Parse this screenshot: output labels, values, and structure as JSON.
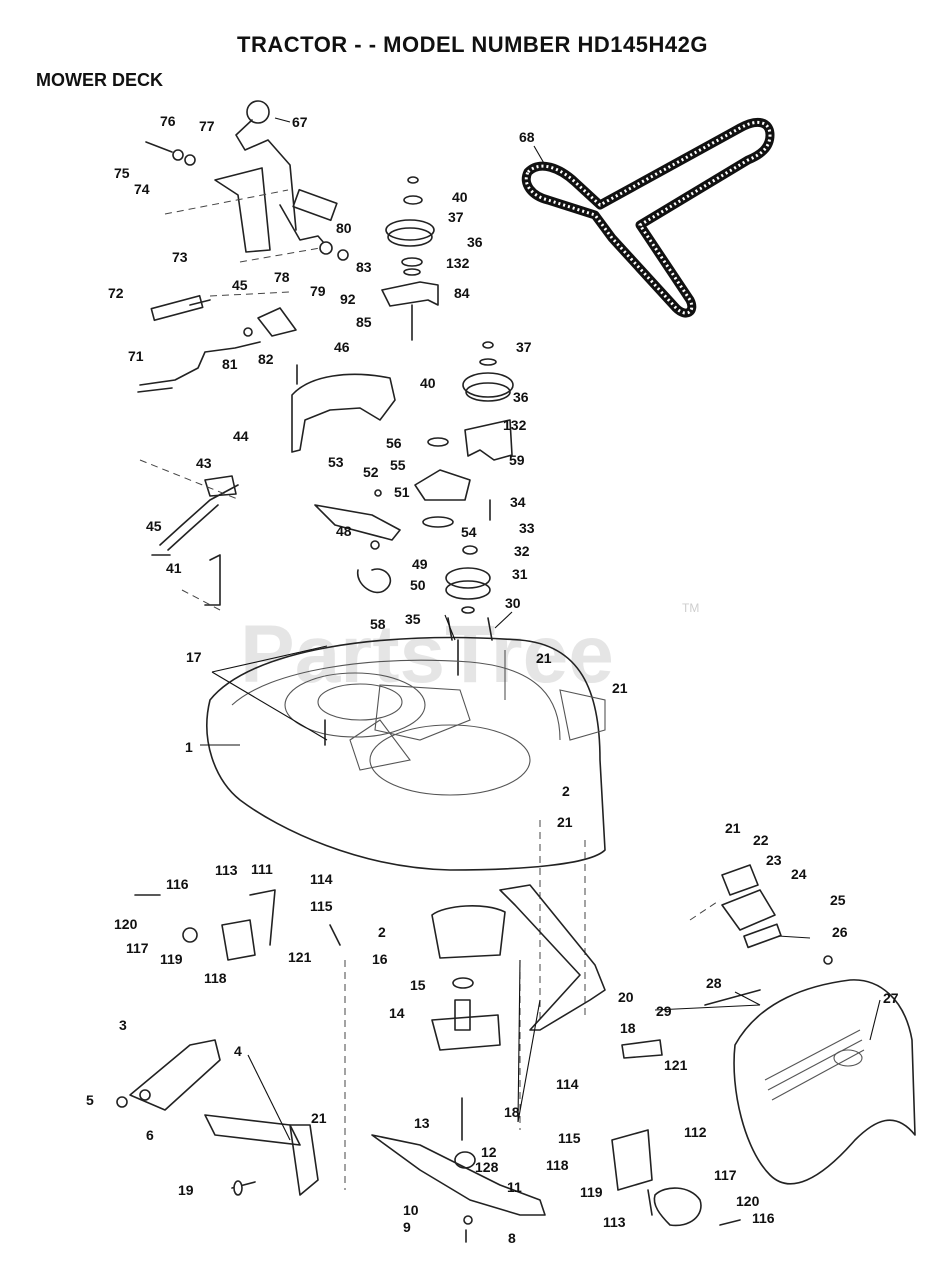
{
  "page": {
    "title": "TRACTOR - - MODEL NUMBER HD145H42G",
    "subtitle": "MOWER DECK"
  },
  "watermark": {
    "text": "PartsTree",
    "trademark": "TM"
  },
  "callouts": [
    "76",
    "77",
    "67",
    "75",
    "74",
    "73",
    "78",
    "80",
    "79",
    "92",
    "72",
    "45",
    "81",
    "82",
    "71",
    "46",
    "44",
    "40",
    "37",
    "36",
    "83",
    "132",
    "84",
    "85",
    "68",
    "37",
    "40",
    "36",
    "132",
    "56",
    "55",
    "59",
    "53",
    "52",
    "51",
    "34",
    "48",
    "33",
    "49",
    "54",
    "32",
    "50",
    "31",
    "58",
    "35",
    "30",
    "43",
    "45",
    "41",
    "17",
    "21",
    "21",
    "1",
    "2",
    "21",
    "21",
    "22",
    "23",
    "24",
    "25",
    "26",
    "27",
    "28",
    "29",
    "116",
    "113",
    "111",
    "114",
    "115",
    "120",
    "117",
    "119",
    "121",
    "118",
    "2",
    "16",
    "15",
    "20",
    "14",
    "18",
    "18",
    "114",
    "121",
    "3",
    "4",
    "5",
    "6",
    "21",
    "19",
    "13",
    "12",
    "128",
    "11",
    "10",
    "9",
    "8",
    "115",
    "112",
    "118",
    "119",
    "117",
    "120",
    "113",
    "116"
  ]
}
